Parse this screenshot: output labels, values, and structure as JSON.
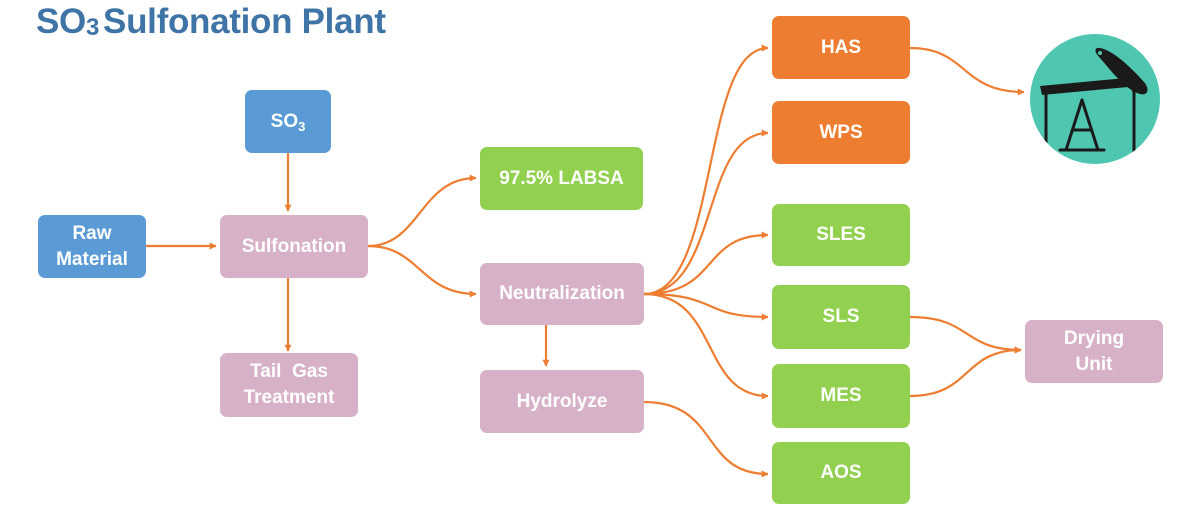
{
  "title": {
    "main": "SO",
    "sub": "3",
    "rest": "Sulfonation Plant"
  },
  "colors": {
    "accent_title": "#3f74a6",
    "input_blue": "#5b9bd5",
    "process_pink": "#d6b1c8",
    "product_green": "#92d050",
    "product_orange": "#ed7d31",
    "arrow": "#ed7d31",
    "pump_circle": "#4fc6b0"
  },
  "nodes": {
    "raw_material": {
      "line1": "Raw",
      "line2": "Material"
    },
    "so3": {
      "main": "SO",
      "sub": "3"
    },
    "sulfonation": {
      "label": "Sulfonation"
    },
    "tail_gas": {
      "line1": "Tail  Gas",
      "line2": "Treatment"
    },
    "labsa": {
      "label": "97.5% LABSA"
    },
    "neutralization": {
      "label": "Neutralization"
    },
    "hydrolyze": {
      "label": "Hydrolyze"
    },
    "has": {
      "label": "HAS"
    },
    "wps": {
      "label": "WPS"
    },
    "sles": {
      "label": "SLES"
    },
    "sls": {
      "label": "SLS"
    },
    "mes": {
      "label": "MES"
    },
    "aos": {
      "label": "AOS"
    },
    "drying_unit": {
      "line1": "Drying",
      "line2": "Unit"
    }
  },
  "icons": {
    "oil_pump": "oil-pump-jack-icon"
  }
}
